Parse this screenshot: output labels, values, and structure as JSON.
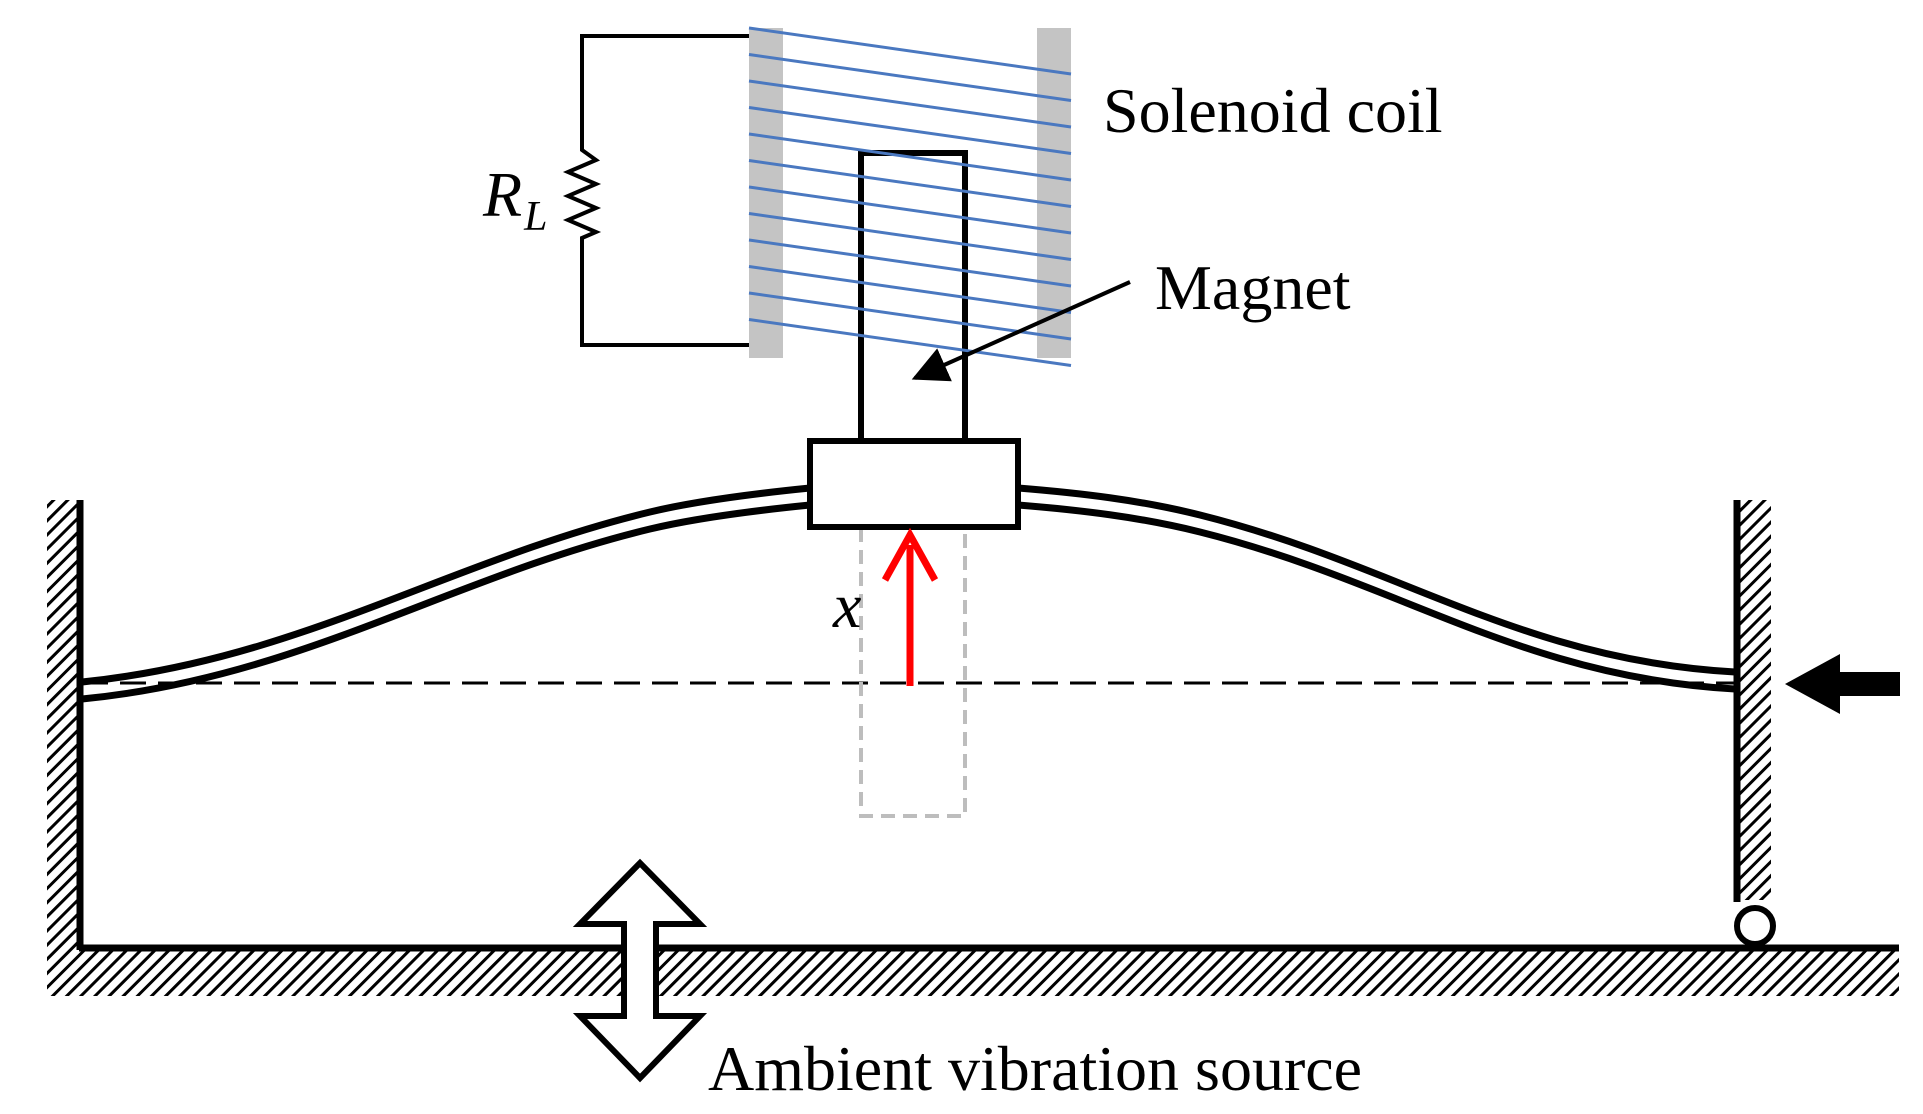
{
  "labels": {
    "coil": "Solenoid coil",
    "magnet": "Magnet",
    "resistor_main": "R",
    "resistor_sub": "L",
    "displacement": "x",
    "source": "Ambient vibration source"
  },
  "colors": {
    "ink": "#000000",
    "coil_wire": "#4a78c0",
    "bobbin": "#c4c4c4",
    "displacement_arrow": "#ff0000",
    "ghost_magnet": "#bdbdbd"
  },
  "icons": {
    "resistor": "resistor-zigzag-icon",
    "axial_load": "arrow-left-icon",
    "vibration": "double-arrow-vertical-icon",
    "support": "roller-support-icon"
  }
}
